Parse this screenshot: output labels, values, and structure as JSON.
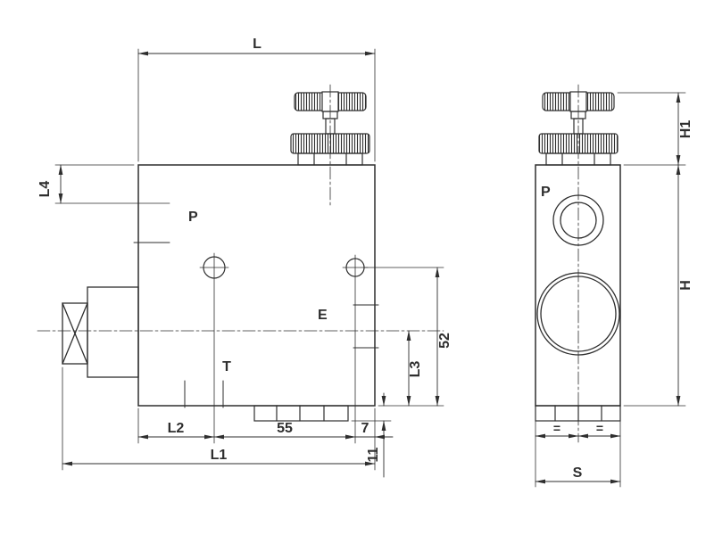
{
  "colors": {
    "line": "#2e2e2e",
    "background": "#ffffff"
  },
  "front_view": {
    "dims": {
      "L": "L",
      "L4": "L4",
      "L2": "L2",
      "d55": "55",
      "d7": "7",
      "L1": "L1",
      "d52": "52",
      "L3": "L3",
      "d11": "11"
    },
    "ports": {
      "p": "P",
      "t": "T",
      "e": "E"
    }
  },
  "side_view": {
    "dims": {
      "H1": "H1",
      "H": "H",
      "S": "S",
      "eq1": "=",
      "eq2": "="
    },
    "ports": {
      "p": "P"
    }
  }
}
